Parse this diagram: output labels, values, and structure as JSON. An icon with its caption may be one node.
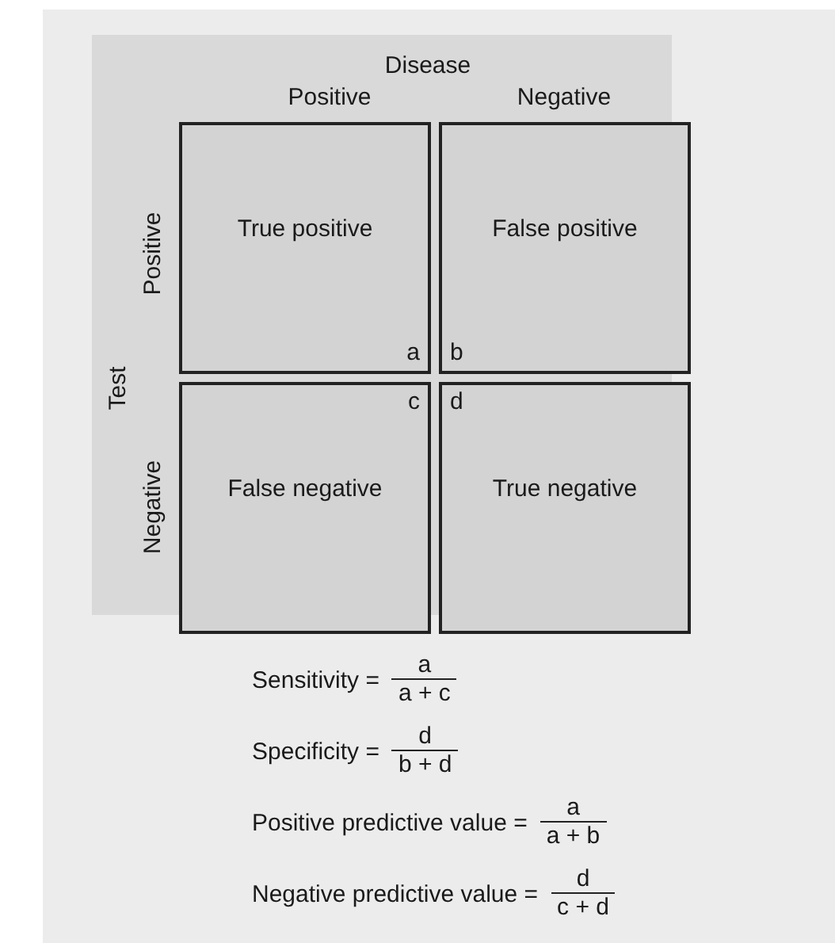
{
  "diagram": {
    "nodes": [
      {
        "text": [
          "True positive",
          "a"
        ]
      },
      {
        "text": [
          "False positive",
          "b"
        ]
      },
      {
        "text": [
          "False negative",
          "c"
        ]
      },
      {
        "text": [
          "True negative",
          "d"
        ]
      }
    ],
    "labels": [
      "Disease",
      "Positive",
      "Negative",
      "Test",
      "Positive",
      "Negative",
      "Sensitivity =",
      "a",
      "a + c",
      "Specificity =",
      "d",
      "b + d",
      "Positive predictive value =",
      "a",
      "a + b",
      "Negative predictive value =",
      "d",
      "c + d"
    ]
  }
}
